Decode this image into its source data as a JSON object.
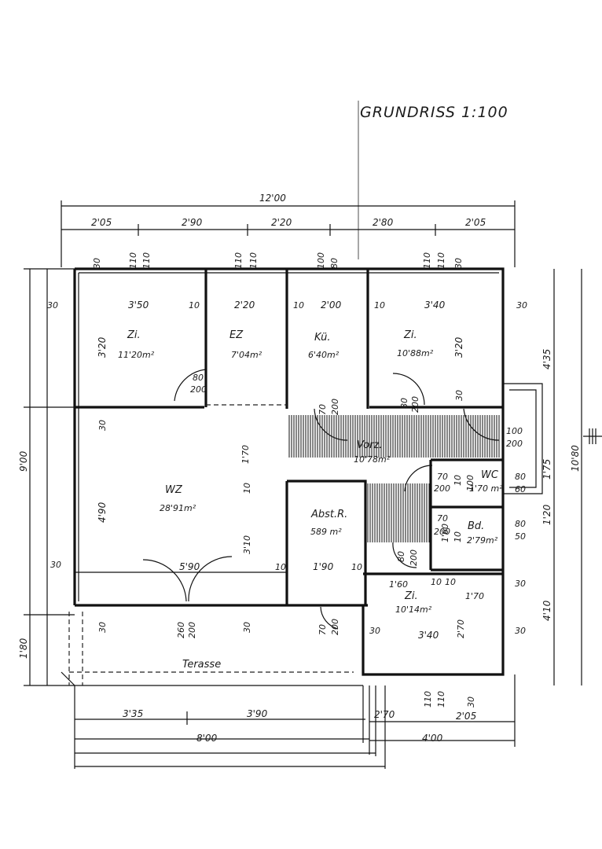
{
  "title": "GRUNDRISS 1:100",
  "overall": {
    "width_top": "12'00",
    "height_left": "9'00",
    "right_total": "10'80",
    "bottom_total": "8'00",
    "bottom_right_total": "4'00"
  },
  "top_segments": [
    "2'05",
    "2'90",
    "2'20",
    "2'80",
    "2'05"
  ],
  "top_openings": [
    "30",
    "110",
    "110",
    "110",
    "110",
    "100",
    "80",
    "110",
    "110",
    "30"
  ],
  "left_dims": [
    "30",
    "3'20",
    "30",
    "4'90",
    "30",
    "1'80"
  ],
  "right_dims": [
    "4'35",
    "1'75",
    "1'20",
    "4'10"
  ],
  "rooms": [
    {
      "name": "Zi.",
      "area": "11'20m²",
      "width": "3'50",
      "height": "3'20"
    },
    {
      "name": "EZ",
      "area": "7'04m²",
      "width": "2'20"
    },
    {
      "name": "Kü.",
      "area": "6'40m²",
      "width": "2'00"
    },
    {
      "name": "Zi.",
      "area": "10'88m²",
      "width": "3'40",
      "height": "3'20"
    },
    {
      "name": "Vorz.",
      "area": "10'78m²"
    },
    {
      "name": "WZ",
      "area": "28'91m²",
      "width": "5'90",
      "height": "4'90"
    },
    {
      "name": "Abst.R.",
      "area": "589 m²",
      "width": "1'90"
    },
    {
      "name": "WC",
      "area": "1'70 m²"
    },
    {
      "name": "Bd.",
      "area": "2'79m²"
    },
    {
      "name": "Zi.",
      "area": "10'14m²",
      "width": "3'40"
    }
  ],
  "inner_labels": {
    "ten": "10",
    "thirty": "30",
    "d80": "80",
    "d200": "200",
    "d70": "70",
    "d100": "100",
    "d260": "260",
    "h170": "1'70",
    "h310": "3'10",
    "h160": "1'60",
    "h270": "2'70",
    "w160": "1'60",
    "w170": "1'70",
    "d190": "1'90",
    "d50": "50",
    "d60": "60"
  },
  "terrace": "Terasse",
  "bottom_segments": [
    "3'35",
    "3'90",
    "2'70",
    "2'05"
  ]
}
